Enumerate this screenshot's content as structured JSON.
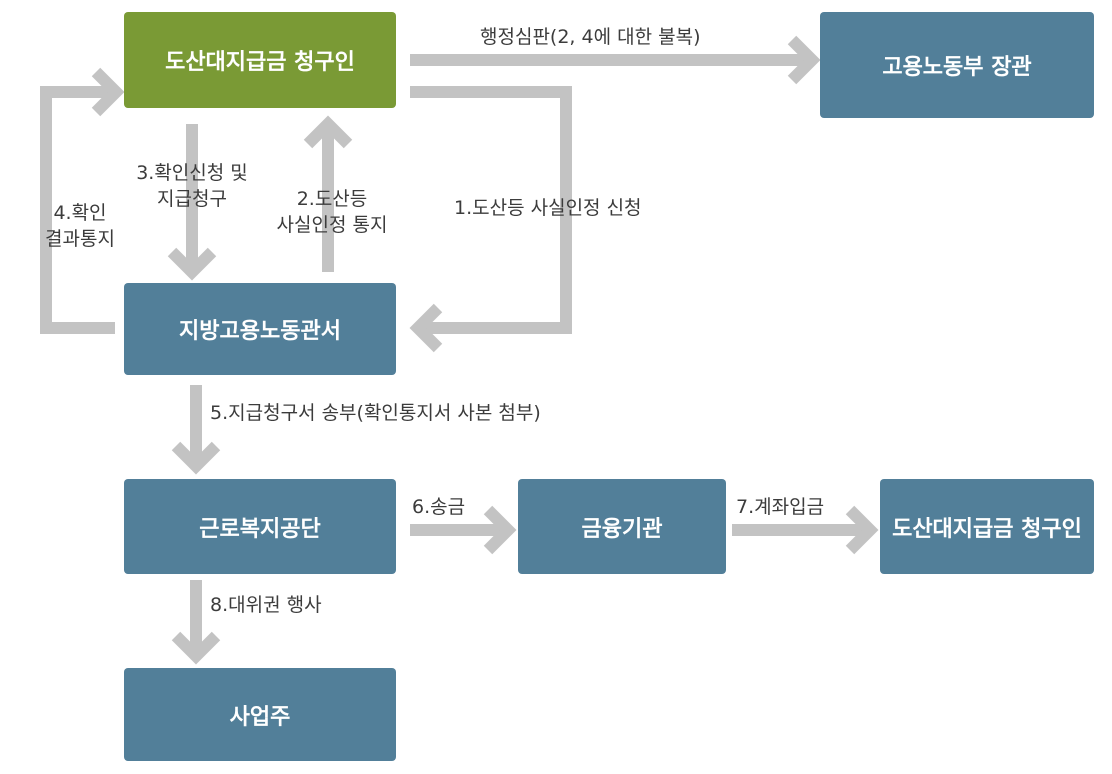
{
  "colors": {
    "claimant": "#7a9a35",
    "organization": "#527f99",
    "arrow": "#c3c3c3",
    "label": "#3c3c3c"
  },
  "nodes": {
    "claimant_top": "도산대지급금 청구인",
    "minister": "고용노동부 장관",
    "regional_office": "지방고용노동관서",
    "welfare_service": "근로복지공단",
    "financial_institution": "금융기관",
    "claimant_final": "도산대지급금 청구인",
    "employer": "사업주"
  },
  "edges": {
    "appeal": "행정심판(2, 4에 대한 불복)",
    "step1": "1.도산등 사실인정 신청",
    "step2_line1": "2.도산등",
    "step2_line2": "사실인정 통지",
    "step3_line1": "3.확인신청 및",
    "step3_line2": "지급청구",
    "step4_line1": "4.확인",
    "step4_line2": "결과통지",
    "step5": "5.지급청구서 송부(확인통지서 사본 첨부)",
    "step6": "6.송금",
    "step7": "7.계좌입금",
    "step8": "8.대위권 행사"
  }
}
